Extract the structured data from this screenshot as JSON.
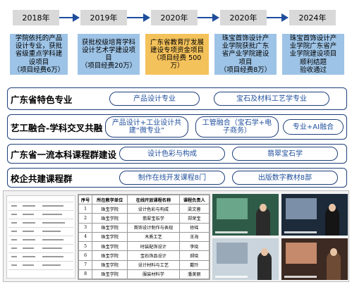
{
  "timeline": {
    "years": [
      "2018年",
      "2019年",
      "2020年",
      "2020年",
      "2024年"
    ],
    "boxes": [
      {
        "text": "学院依托的产品\n设计专业，获批\n省级重点学科建\n设项目\n（项目经费6万）",
        "color": "blue"
      },
      {
        "text": "获批校级培育学科\n设计艺术学建设项\n目\n（项目经费20万）",
        "color": "blue"
      },
      {
        "text": "广东省教育厅发展\n建设专项资金项目\n（项目经费 500\n万）",
        "color": "gold"
      },
      {
        "text": "珠宝首饰设计产\n业学院获批广东\n省产业学院建设\n项目\n（项目经费8万）",
        "color": "blue"
      },
      {
        "text": "珠宝首饰设计产\n业学院广东省产\n业学院建设项目\n顺利结题\n验收通过",
        "color": "blue"
      }
    ]
  },
  "rows": [
    {
      "label": "广东省特色专业",
      "pills": [
        "产品设计专业",
        "宝石及材料工艺学专业"
      ]
    },
    {
      "label": "艺工融合-学科交叉共融",
      "pills": [
        "产品设计+工业设计共\n建“微专业”",
        "工管融合（宝石学+电\n子商务）",
        "专业+AI融合"
      ]
    },
    {
      "label": "广东省一流本科课程群建设",
      "pills": [
        "设计色彩与构成",
        "翡翠宝石学"
      ]
    },
    {
      "label": "校企共建课程群",
      "pills": [
        "制作在线开发课程8门",
        "出版数字教材8部"
      ]
    }
  ],
  "course_table": {
    "headers": [
      "序号",
      "所在教学单位",
      "在线开放课程名称",
      "课程负责人"
    ],
    "rows": [
      [
        "1",
        "珠宝学院",
        "设计色彩与构成",
        "梁文蓉"
      ],
      [
        "2",
        "珠宝学院",
        "翡翠宝石学",
        "郑荣宝"
      ],
      [
        "3",
        "珠宝学院",
        "首饰设计制作与表现",
        "徐瑶"
      ],
      [
        "4",
        "珠宝学院",
        "木质工艺",
        "王海"
      ],
      [
        "5",
        "珠宝学院",
        "时装配饰设计",
        "李晓"
      ],
      [
        "6",
        "珠宝学院",
        "宝石饰品设计",
        "郝晓"
      ],
      [
        "7",
        "珠宝学院",
        "设计材料与工艺",
        "戴玲"
      ],
      [
        "8",
        "珠宝学院",
        "服装材料学",
        "潘美丽"
      ]
    ]
  },
  "colors": {
    "timeline_blue": "#9dc3e6",
    "timeline_gold": "#f4c25b",
    "accent": "#1f4e9c"
  }
}
